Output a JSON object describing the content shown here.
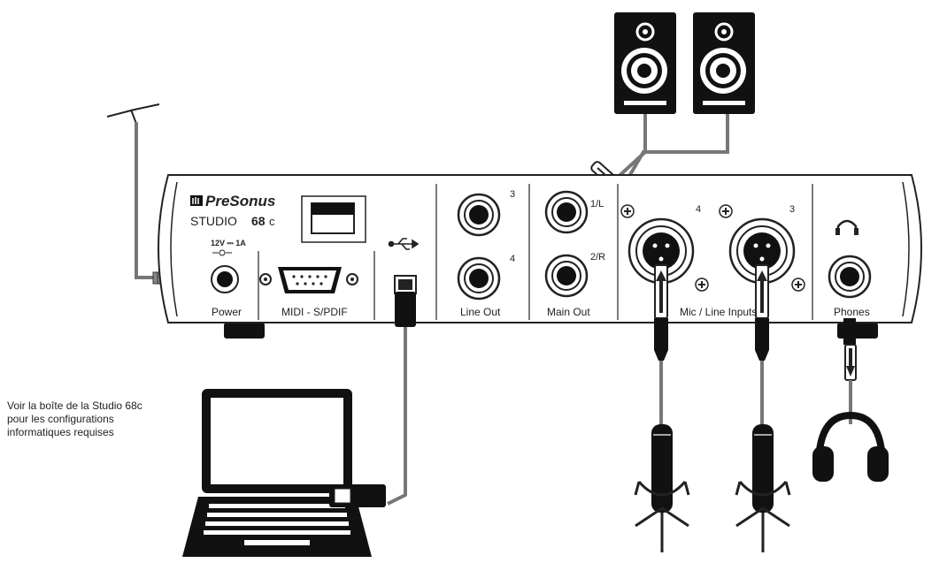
{
  "device": {
    "brand": "PreSonus",
    "model": "STUDIO",
    "model_number": "68",
    "model_suffix": "c",
    "power_rating": "12V ⎓ 1A"
  },
  "ports": {
    "power": "Power",
    "midi": "MIDI - S/PDIF",
    "line_out": "Line Out",
    "main_out": "Main Out",
    "mic_line_inputs": "Mic / Line Inputs",
    "phones": "Phones"
  },
  "channels": {
    "line_out_top": "3",
    "line_out_bottom": "4",
    "main_out_left": "1/L",
    "main_out_right": "2/R",
    "input_left": "4",
    "input_right": "3"
  },
  "note": {
    "line1": "Voir la boîte de la Studio 68c",
    "line2": "pour les configurations",
    "line3": "informatiques requises"
  },
  "icons": [
    "usb-icon",
    "headphone-icon",
    "speaker-icon",
    "microphone-icon",
    "laptop-icon",
    "power-plug-icon"
  ]
}
